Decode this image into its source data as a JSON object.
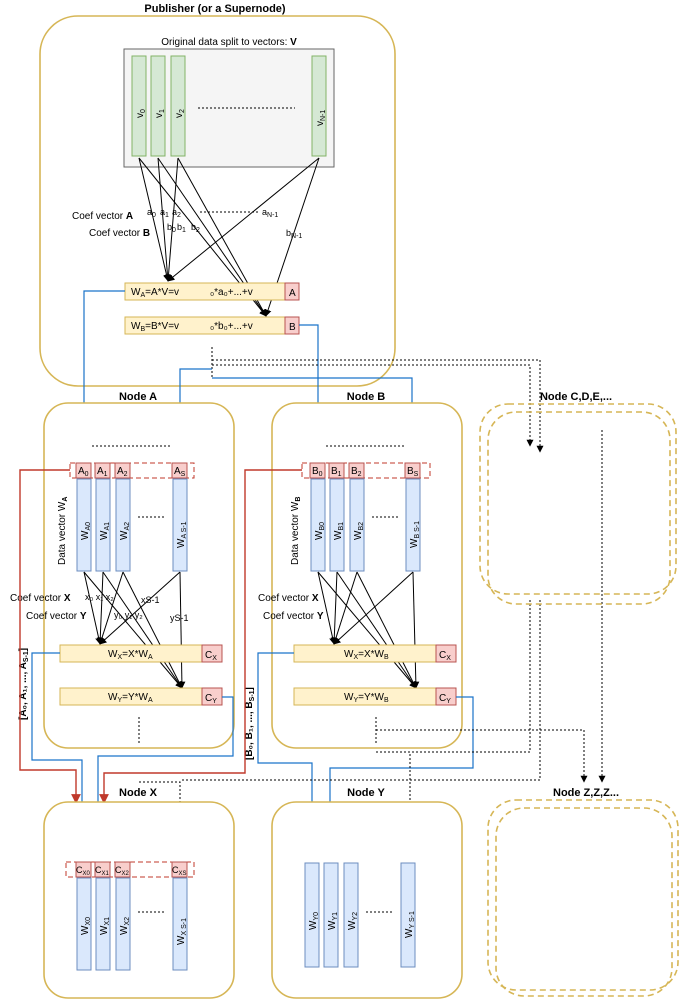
{
  "publisher": {
    "title": "Publisher (or a Supernode)",
    "caption_prefix": "Original data split to vectors: ",
    "caption_bold": "V",
    "vectors": [
      "v",
      "v",
      "v",
      "v"
    ],
    "vector_subs": [
      "0",
      "1",
      "2",
      "N-1"
    ],
    "coef_a_label": "Coef vector ",
    "coef_a_bold": "A",
    "coef_b_label": "Coef vector ",
    "coef_b_bold": "B",
    "coef_a_items": [
      "a",
      "a",
      "a"
    ],
    "coef_a_subs": [
      "0",
      "1",
      "2"
    ],
    "coef_a_last": "a",
    "coef_a_last_sub": "N-1",
    "coef_b_items": [
      "b",
      "b",
      "b"
    ],
    "coef_b_subs": [
      "0",
      "1",
      "2"
    ],
    "coef_b_last": "b",
    "coef_b_last_sub": "N-1",
    "wa_formula": "W",
    "wa_formula_sub": "A",
    "wa_formula_rest": "=A*V=v",
    "wa_tag": "A",
    "wb_formula": "W",
    "wb_formula_sub": "B",
    "wb_formula_rest": "=B*V=v",
    "wb_tag": "B"
  },
  "node_a": {
    "title": "Node A",
    "data_vector_label": "Data vector W",
    "data_vector_sub": "A",
    "coef_x_label": "Coef vector ",
    "coef_x_bold": "X",
    "coef_y_label": "Coef vector ",
    "coef_y_bold": "Y",
    "tags": [
      "A",
      "A",
      "A",
      "A"
    ],
    "tag_subs": [
      "0",
      "1",
      "2",
      "S"
    ],
    "vectors": [
      "W",
      "W",
      "W",
      "W"
    ],
    "vector_subs": [
      "A0",
      "A1",
      "A2",
      "A S-1"
    ],
    "wx_formula": "W",
    "wx_sub": "X",
    "wx_rest": "=X*W",
    "wx_rest_sub": "A",
    "wx_tag": "C",
    "wx_tag_sub": "X",
    "wy_formula": "W",
    "wy_sub": "Y",
    "wy_rest": "=Y*W",
    "wy_rest_sub": "A",
    "wy_tag": "C",
    "wy_tag_sub": "Y",
    "side_label": "[A₀, A₁, ..., A",
    "side_label_sub": "S-1",
    "side_label_end": "]"
  },
  "node_b": {
    "title": "Node B",
    "data_vector_label": "Data vector W",
    "data_vector_sub": "B",
    "coef_x_label": "Coef vector ",
    "coef_x_bold": "X",
    "coef_y_label": "Coef vector ",
    "coef_y_bold": "Y",
    "tags": [
      "B",
      "B",
      "B",
      "B"
    ],
    "tag_subs": [
      "0",
      "1",
      "2",
      "S"
    ],
    "vectors": [
      "W",
      "W",
      "W",
      "W"
    ],
    "vector_subs": [
      "B0",
      "B1",
      "B2",
      "B S-1"
    ],
    "wx_formula": "W",
    "wx_sub": "X",
    "wx_rest": "=X*W",
    "wx_rest_sub": "B",
    "wx_tag": "C",
    "wx_tag_sub": "X",
    "wy_formula": "W",
    "wy_sub": "Y",
    "wy_rest": "=Y*W",
    "wy_rest_sub": "B",
    "wy_tag": "C",
    "wy_tag_sub": "Y",
    "side_label": "[B₀, B₁, ..., B",
    "side_label_sub": "S-1",
    "side_label_end": "]"
  },
  "node_x": {
    "title": "Node X",
    "tags": [
      "C",
      "C",
      "C",
      "C"
    ],
    "tag_subs": [
      "X0",
      "X1",
      "X2",
      "XS"
    ],
    "vectors": [
      "W",
      "W",
      "W",
      "W"
    ],
    "vector_subs": [
      "X0",
      "X1",
      "X2",
      "X S-1"
    ]
  },
  "node_y": {
    "title": "Node Y",
    "vectors": [
      "W",
      "W",
      "W",
      "W"
    ],
    "vector_subs": [
      "Y0",
      "Y1",
      "Y2",
      "Y S-1"
    ]
  },
  "node_cde": {
    "title": "Node C,D,E,..."
  },
  "node_zzz": {
    "title": "Node Z,Z,Z..."
  },
  "colors": {
    "frame": "#d6b656",
    "green_fill": "#d5e8d4",
    "blue_fill": "#dae8fc",
    "yellow_fill": "#fff2cc",
    "red_fill": "#f8cecc",
    "blue_line": "#1a73c9",
    "red_line": "#c0392b"
  }
}
